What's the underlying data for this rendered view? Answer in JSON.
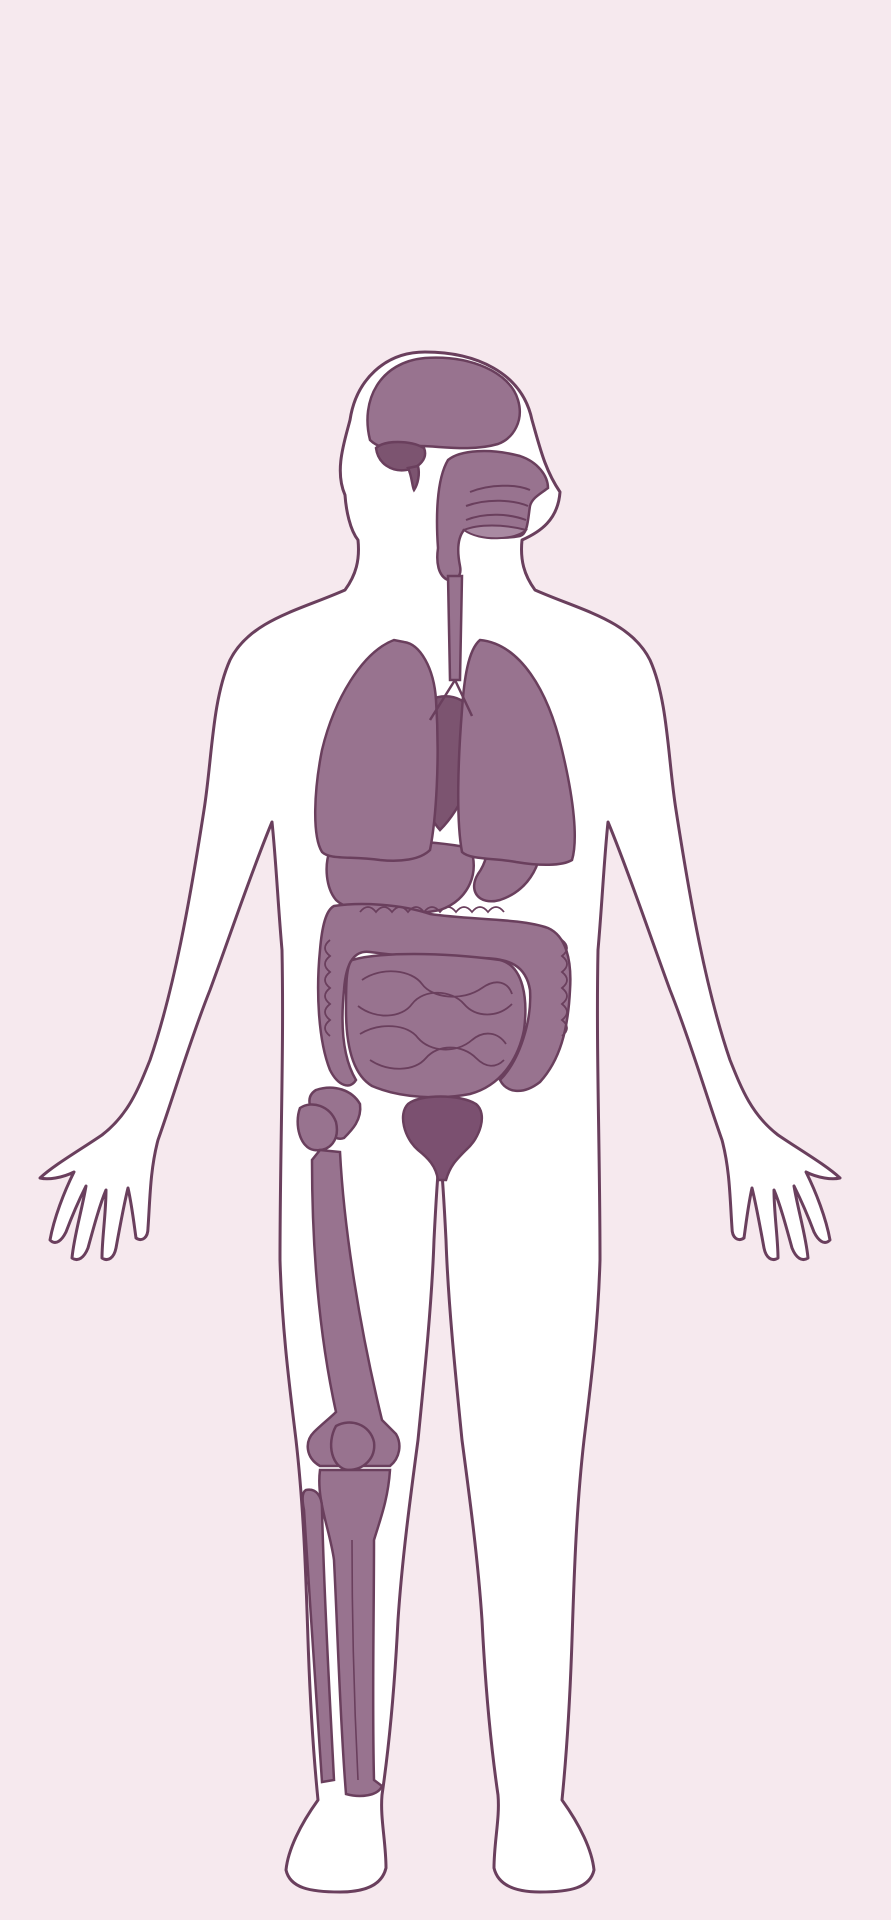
{
  "colors": {
    "background": "#f6e9ee",
    "body_fill": "#ffffff",
    "outline": "#6a3f5d",
    "organ": "#98738f",
    "organ_dark": "#7c5470",
    "organ_light": "#a98aa2",
    "bladder": "#7b5070"
  },
  "figure": {
    "subject": "human-body",
    "view": "front",
    "systems_shown": [
      "nervous",
      "respiratory",
      "digestive",
      "urinary",
      "skeletal"
    ]
  }
}
